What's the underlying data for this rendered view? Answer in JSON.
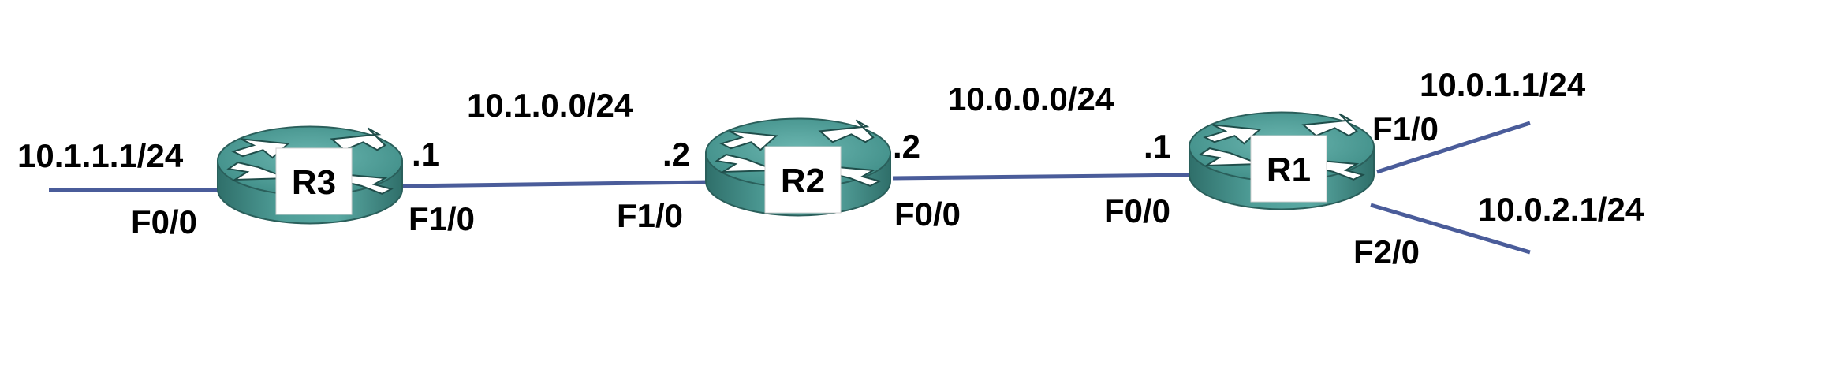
{
  "colors": {
    "link": "#4a5c9a",
    "router_body": "#3f8b85",
    "router_top": "#5aa6a1",
    "router_dark": "#2a6460",
    "label_box": "#ffffff"
  },
  "routers": {
    "r3": {
      "name": "R3",
      "icon": "router-icon"
    },
    "r2": {
      "name": "R2",
      "icon": "router-icon"
    },
    "r1": {
      "name": "R1",
      "icon": "router-icon"
    }
  },
  "networks": {
    "r3_lan": "10.1.1.1/24",
    "r3_r2": "10.1.0.0/24",
    "r2_r1": "10.0.0.0/24",
    "r1_lan1": "10.0.1.1/24",
    "r1_lan2": "10.0.2.1/24"
  },
  "interfaces": {
    "r3_f00": "F0/0",
    "r3_f10": "F1/0",
    "r3_host": ".1",
    "r2_f10": "F1/0",
    "r2_host_left": ".2",
    "r2_f00": "F0/0",
    "r2_host_right": ".2",
    "r1_f00": "F0/0",
    "r1_host": ".1",
    "r1_f10": "F1/0",
    "r1_f20": "F2/0"
  }
}
